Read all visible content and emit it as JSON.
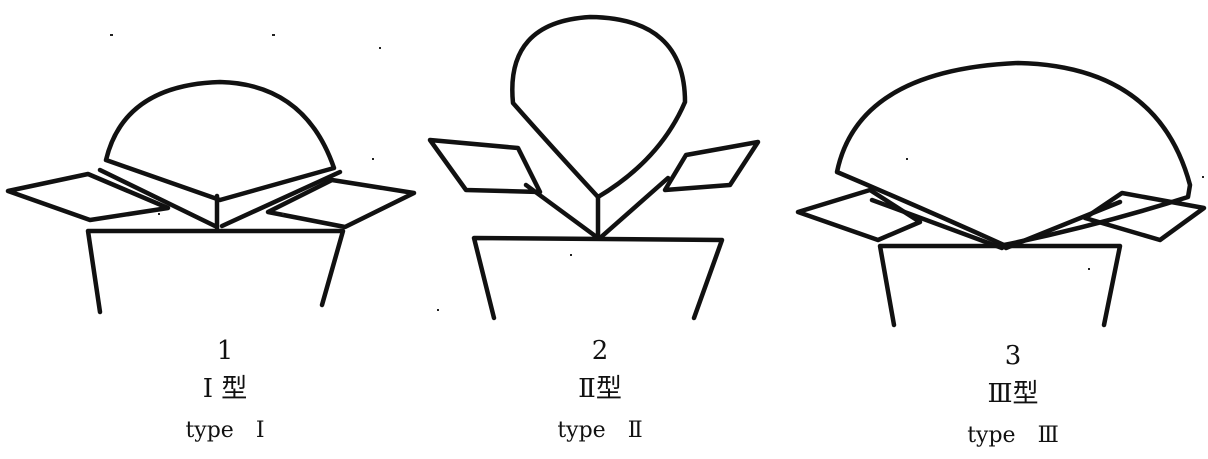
{
  "figures": [
    {
      "number": "1",
      "label_cn": "I 型",
      "label_en": "type　I"
    },
    {
      "number": "2",
      "label_cn": "Ⅱ型",
      "label_en": "type　Ⅱ"
    },
    {
      "number": "3",
      "label_cn": "Ⅲ型",
      "label_en": "type　Ⅲ"
    }
  ]
}
